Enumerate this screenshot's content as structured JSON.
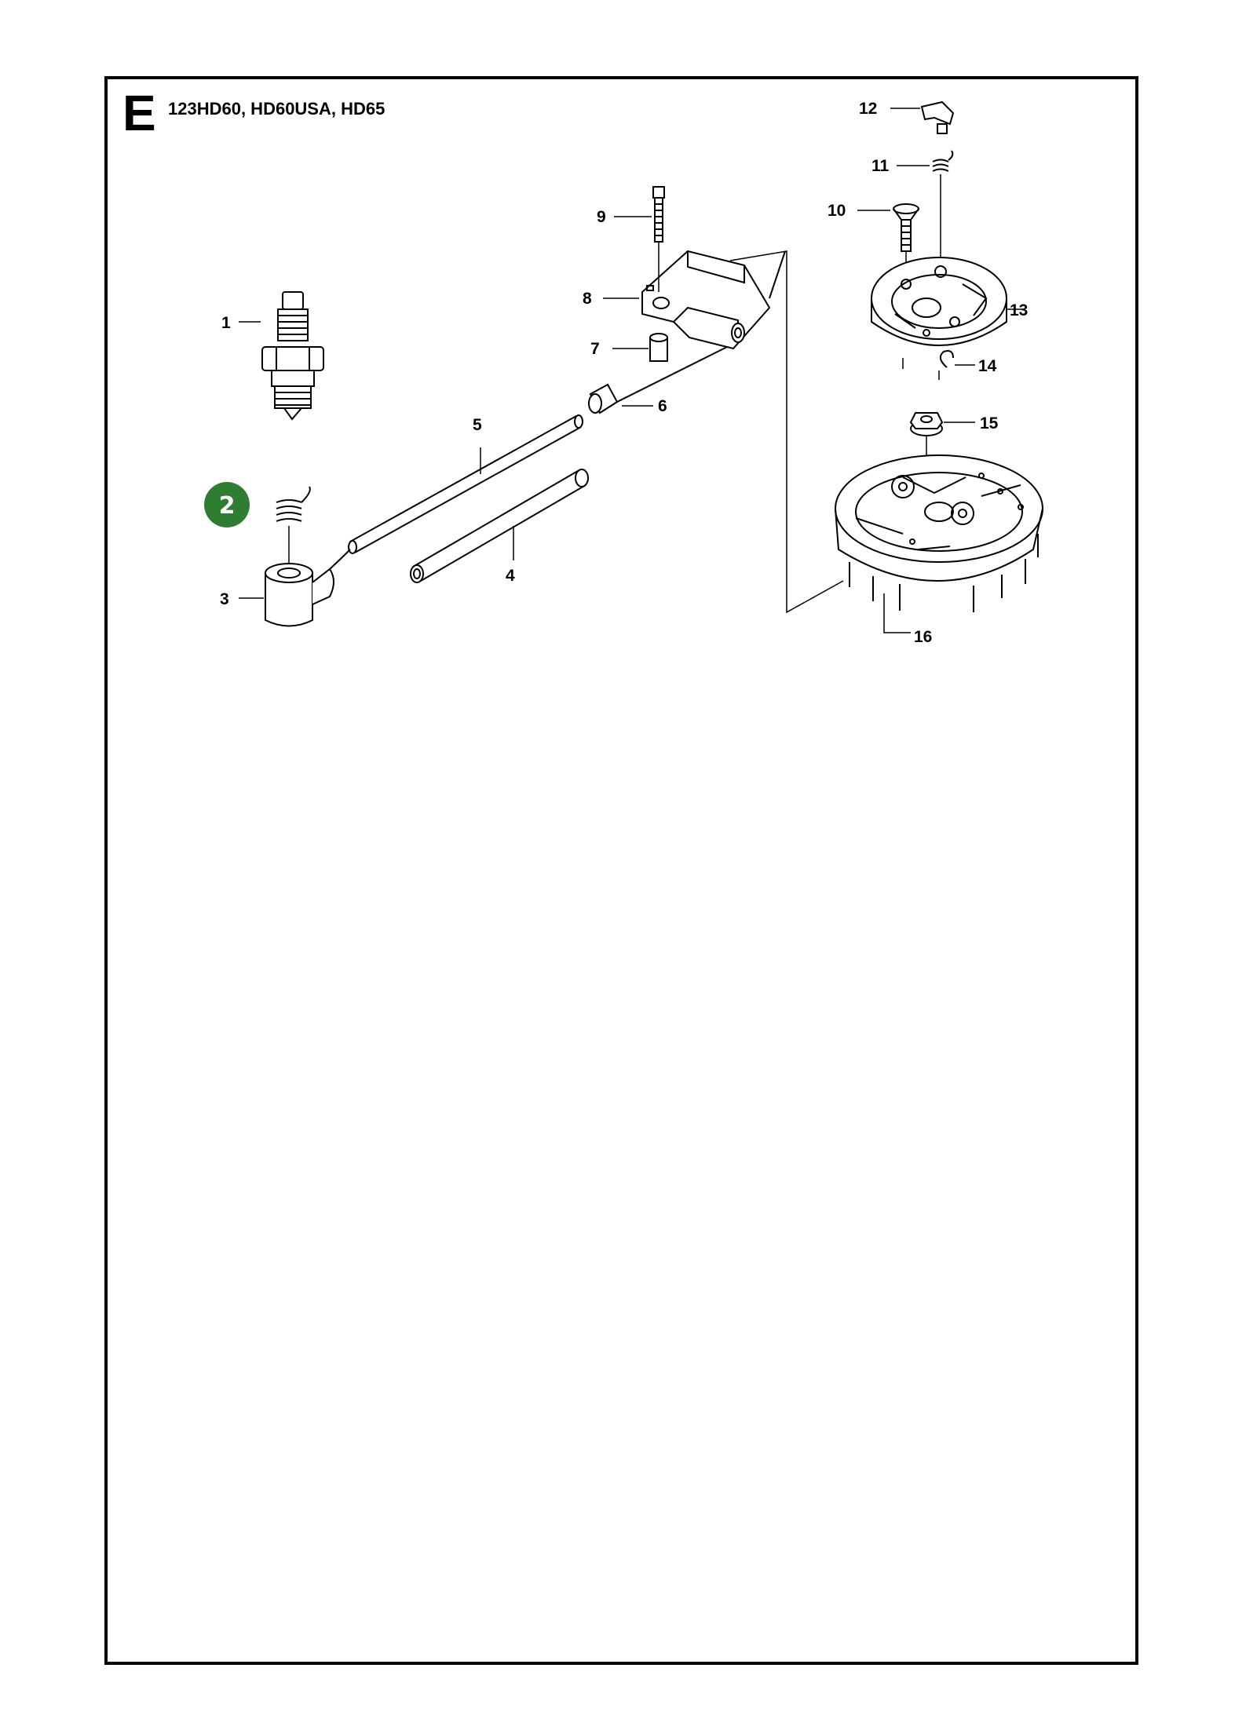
{
  "header": {
    "section_letter": "E",
    "models": "123HD60, HD60USA, HD65"
  },
  "highlight": {
    "label": "2",
    "color": "#2e7d32"
  },
  "parts": [
    {
      "id": "part-1",
      "label": "1",
      "name": "spark-plug"
    },
    {
      "id": "part-3",
      "label": "3",
      "name": "spark-plug-cap"
    },
    {
      "id": "part-4",
      "label": "4",
      "name": "hose"
    },
    {
      "id": "part-5",
      "label": "5",
      "name": "ignition-cable"
    },
    {
      "id": "part-6",
      "label": "6",
      "name": "cable-grommet"
    },
    {
      "id": "part-7",
      "label": "7",
      "name": "spacer-sleeve"
    },
    {
      "id": "part-8",
      "label": "8",
      "name": "ignition-module"
    },
    {
      "id": "part-9",
      "label": "9",
      "name": "module-screw"
    },
    {
      "id": "part-10",
      "label": "10",
      "name": "countersunk-screw"
    },
    {
      "id": "part-11",
      "label": "11",
      "name": "spring"
    },
    {
      "id": "part-12",
      "label": "12",
      "name": "pawl"
    },
    {
      "id": "part-13",
      "label": "13",
      "name": "starter-pulley"
    },
    {
      "id": "part-14",
      "label": "14",
      "name": "circlip"
    },
    {
      "id": "part-15",
      "label": "15",
      "name": "flange-nut"
    },
    {
      "id": "part-16",
      "label": "16",
      "name": "flywheel"
    }
  ]
}
